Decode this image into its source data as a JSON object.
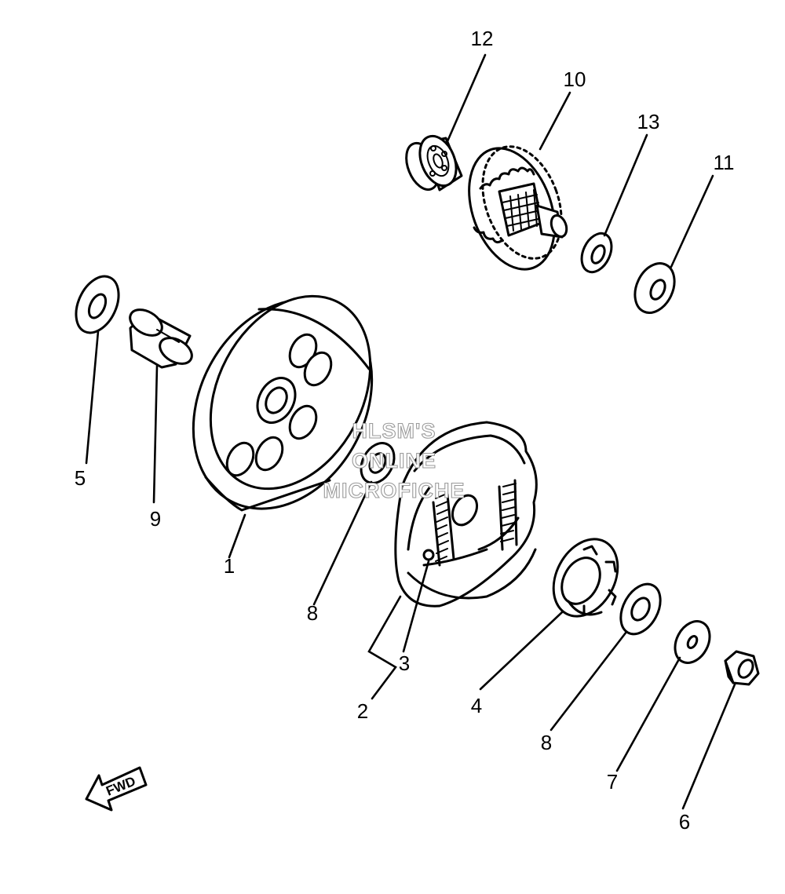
{
  "parts": [
    {
      "id": "1",
      "label": "1"
    },
    {
      "id": "2",
      "label": "2"
    },
    {
      "id": "3",
      "label": "3"
    },
    {
      "id": "4",
      "label": "4"
    },
    {
      "id": "5",
      "label": "5"
    },
    {
      "id": "6",
      "label": "6"
    },
    {
      "id": "7",
      "label": "7"
    },
    {
      "id": "8a",
      "label": "8"
    },
    {
      "id": "8b",
      "label": "8"
    },
    {
      "id": "9",
      "label": "9"
    },
    {
      "id": "10",
      "label": "10"
    },
    {
      "id": "11",
      "label": "11"
    },
    {
      "id": "12",
      "label": "12"
    },
    {
      "id": "13",
      "label": "13"
    }
  ],
  "watermark": {
    "line1": "HLSM'S",
    "line2": "ONLINE",
    "line3": "MICROFICHE"
  },
  "direction_arrow": {
    "label": "FWD",
    "icon": "fwd-arrow-icon"
  }
}
